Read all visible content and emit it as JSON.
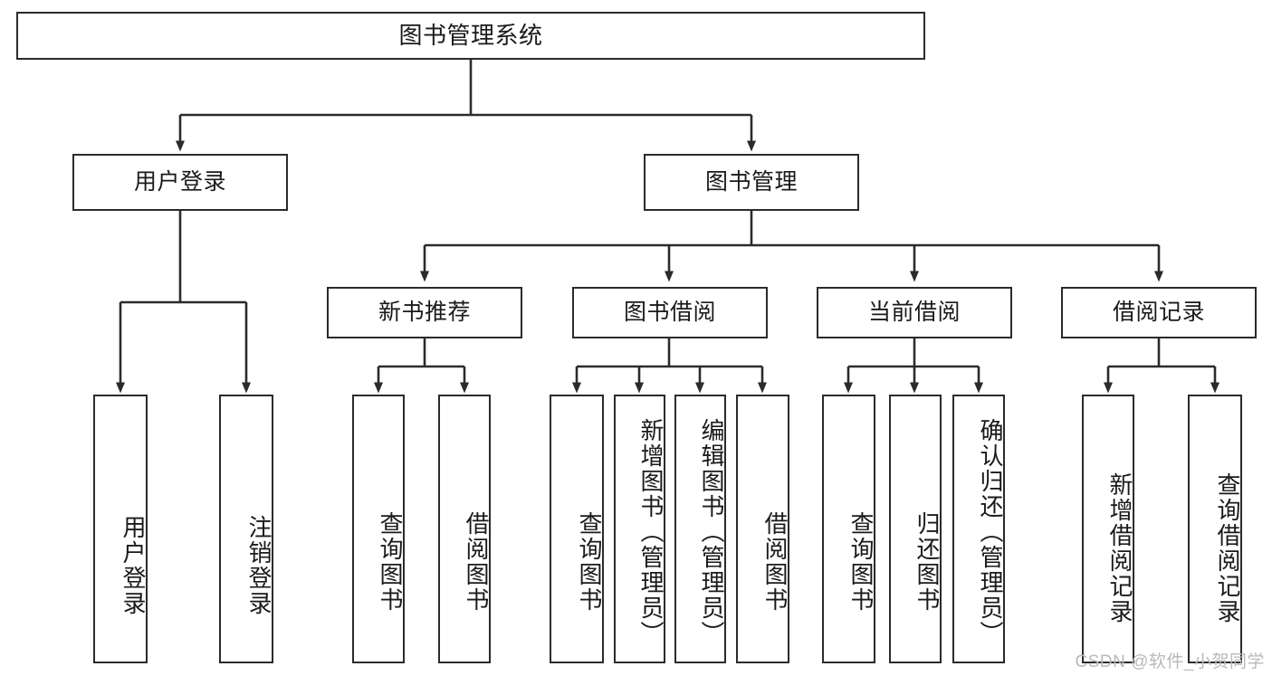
{
  "diagram": {
    "title": "图书管理系统",
    "type": "tree-hierarchy",
    "watermark": "CSDN @软件_小贺同学",
    "colors": {
      "background": "#ffffff",
      "box_border": "#2b2b2b",
      "box_fill": "#ffffff",
      "line": "#2b2b2b",
      "text": "#1a1a1a",
      "watermark": "#b9b9b9"
    }
  },
  "nodes": {
    "root": {
      "label": "图书管理系统",
      "level": 1
    },
    "level2": [
      {
        "id": "user-login",
        "label": "用户登录"
      },
      {
        "id": "book-manage",
        "label": "图书管理"
      }
    ],
    "level3": [
      {
        "id": "new-book-recommend",
        "label": "新书推荐"
      },
      {
        "id": "book-borrow",
        "label": "图书借阅"
      },
      {
        "id": "current-borrow",
        "label": "当前借阅"
      },
      {
        "id": "borrow-record",
        "label": "借阅记录"
      }
    ],
    "leaves": {
      "user_login": [
        {
          "id": "leaf-user-login",
          "label": "用户登录"
        },
        {
          "id": "leaf-logout-login",
          "label": "注销登录"
        }
      ],
      "new_book_recommend": [
        {
          "id": "leaf-query-book-1",
          "label": "查询图书"
        },
        {
          "id": "leaf-borrow-book-1",
          "label": "借阅图书"
        }
      ],
      "book_borrow": [
        {
          "id": "leaf-query-book-2",
          "label": "查询图书"
        },
        {
          "id": "leaf-add-book",
          "label": "新增图书（管理员）"
        },
        {
          "id": "leaf-edit-book",
          "label": "编辑图书（管理员）"
        },
        {
          "id": "leaf-borrow-book-2",
          "label": "借阅图书"
        }
      ],
      "current_borrow": [
        {
          "id": "leaf-query-book-3",
          "label": "查询图书"
        },
        {
          "id": "leaf-return-book",
          "label": "归还图书"
        },
        {
          "id": "leaf-confirm-return",
          "label": "确认归还（管理员）"
        }
      ],
      "borrow_record": [
        {
          "id": "leaf-add-record",
          "label": "新增借阅记录"
        },
        {
          "id": "leaf-query-record",
          "label": "查询借阅记录"
        }
      ]
    }
  }
}
